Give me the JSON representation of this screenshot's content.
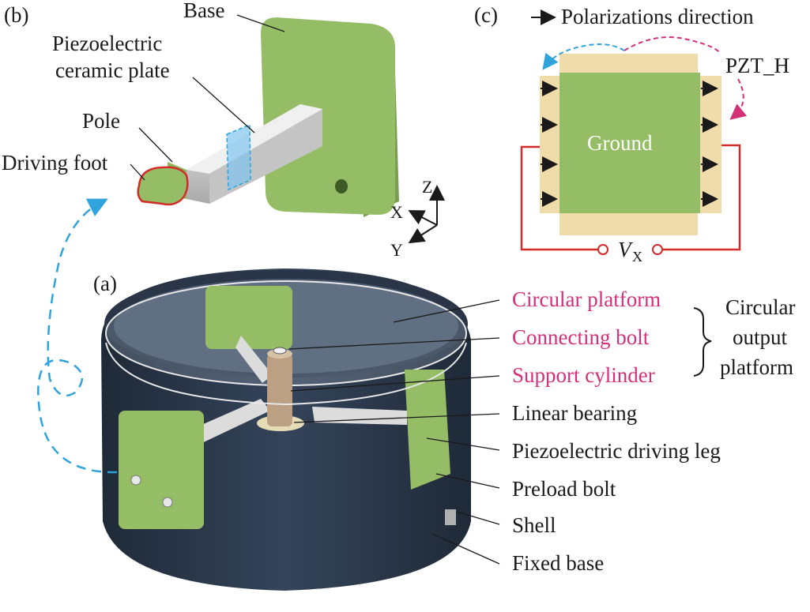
{
  "panels": {
    "a": "(a)",
    "b": "(b)",
    "c": "(c)"
  },
  "panel_b": {
    "base": "Base",
    "plate_line1": "Piezoelectric",
    "plate_line2": "ceramic plate",
    "pole": "Pole",
    "driving_foot": "Driving foot",
    "axis_z": "Z",
    "axis_x": "X",
    "axis_y": "Y"
  },
  "panel_c": {
    "legend": "Polarizations direction",
    "pzt": "PZT_H",
    "ground": "Ground",
    "voltage": "V",
    "voltage_sub": "X"
  },
  "panel_a": {
    "circular_platform": "Circular platform",
    "connecting_bolt": "Connecting bolt",
    "support_cylinder": "Support cylinder",
    "group_line1": "Circular",
    "group_line2": "output",
    "group_line3": "platform",
    "linear_bearing": "Linear bearing",
    "driving_leg": "Piezoelectric driving leg",
    "preload_bolt": "Preload bolt",
    "shell": "Shell",
    "fixed_base": "Fixed base"
  },
  "colors": {
    "green": "#95bd66",
    "green_dark": "#7aa04f",
    "navy": "#2d3a4b",
    "pink": "#d4307a",
    "blue_dash": "#2ea3dc",
    "red_wire": "#d42a2a",
    "pzt_tan": "#efdcaa"
  }
}
